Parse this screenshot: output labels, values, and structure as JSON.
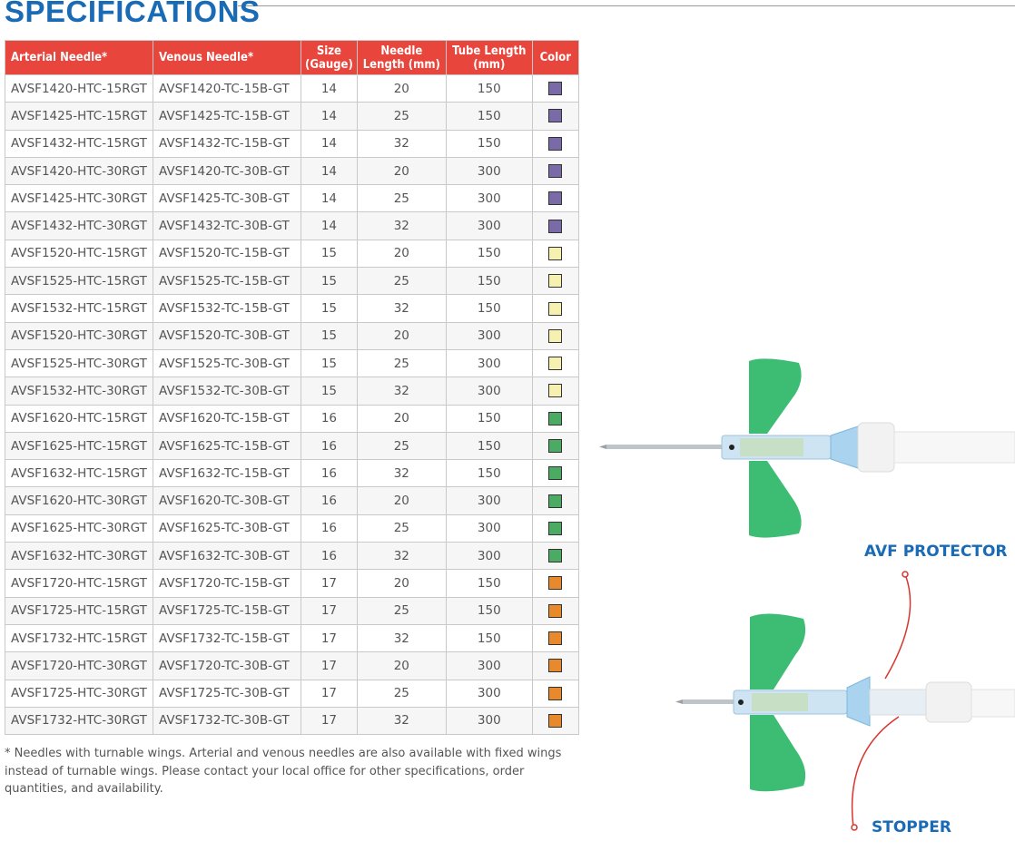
{
  "title": "SPECIFICATIONS",
  "table": {
    "headers": [
      "Arterial Needle*",
      "Venous Needle*",
      "Size (Gauge)",
      "Needle Length (mm)",
      "Tube Length (mm)",
      "Color"
    ],
    "rows": [
      [
        "AVSF1420-HTC-15RGT",
        "AVSF1420-TC-15B-GT",
        "14",
        "20",
        "150"
      ],
      [
        "AVSF1425-HTC-15RGT",
        "AVSF1425-TC-15B-GT",
        "14",
        "25",
        "150"
      ],
      [
        "AVSF1432-HTC-15RGT",
        "AVSF1432-TC-15B-GT",
        "14",
        "32",
        "150"
      ],
      [
        "AVSF1420-HTC-30RGT",
        "AVSF1420-TC-30B-GT",
        "14",
        "20",
        "300"
      ],
      [
        "AVSF1425-HTC-30RGT",
        "AVSF1425-TC-30B-GT",
        "14",
        "25",
        "300"
      ],
      [
        "AVSF1432-HTC-30RGT",
        "AVSF1432-TC-30B-GT",
        "14",
        "32",
        "300"
      ],
      [
        "AVSF1520-HTC-15RGT",
        "AVSF1520-TC-15B-GT",
        "15",
        "20",
        "150"
      ],
      [
        "AVSF1525-HTC-15RGT",
        "AVSF1525-TC-15B-GT",
        "15",
        "25",
        "150"
      ],
      [
        "AVSF1532-HTC-15RGT",
        "AVSF1532-TC-15B-GT",
        "15",
        "32",
        "150"
      ],
      [
        "AVSF1520-HTC-30RGT",
        "AVSF1520-TC-30B-GT",
        "15",
        "20",
        "300"
      ],
      [
        "AVSF1525-HTC-30RGT",
        "AVSF1525-TC-30B-GT",
        "15",
        "25",
        "300"
      ],
      [
        "AVSF1532-HTC-30RGT",
        "AVSF1532-TC-30B-GT",
        "15",
        "32",
        "300"
      ],
      [
        "AVSF1620-HTC-15RGT",
        "AVSF1620-TC-15B-GT",
        "16",
        "20",
        "150"
      ],
      [
        "AVSF1625-HTC-15RGT",
        "AVSF1625-TC-15B-GT",
        "16",
        "25",
        "150"
      ],
      [
        "AVSF1632-HTC-15RGT",
        "AVSF1632-TC-15B-GT",
        "16",
        "32",
        "150"
      ],
      [
        "AVSF1620-HTC-30RGT",
        "AVSF1620-TC-30B-GT",
        "16",
        "20",
        "300"
      ],
      [
        "AVSF1625-HTC-30RGT",
        "AVSF1625-TC-30B-GT",
        "16",
        "25",
        "300"
      ],
      [
        "AVSF1632-HTC-30RGT",
        "AVSF1632-TC-30B-GT",
        "16",
        "32",
        "300"
      ],
      [
        "AVSF1720-HTC-15RGT",
        "AVSF1720-TC-15B-GT",
        "17",
        "20",
        "150"
      ],
      [
        "AVSF1725-HTC-15RGT",
        "AVSF1725-TC-15B-GT",
        "17",
        "25",
        "150"
      ],
      [
        "AVSF1732-HTC-15RGT",
        "AVSF1732-TC-15B-GT",
        "17",
        "32",
        "150"
      ],
      [
        "AVSF1720-HTC-30RGT",
        "AVSF1720-TC-30B-GT",
        "17",
        "20",
        "300"
      ],
      [
        "AVSF1725-HTC-30RGT",
        "AVSF1725-TC-30B-GT",
        "17",
        "25",
        "300"
      ],
      [
        "AVSF1732-HTC-30RGT",
        "AVSF1732-TC-30B-GT",
        "17",
        "32",
        "300"
      ]
    ],
    "gauge_colors": {
      "14": "#7b6aa8",
      "15": "#f6f1b0",
      "16": "#4cab62",
      "17": "#e8892c"
    }
  },
  "footnote": "* Needles with turnable wings. Arterial and venous needles are also available with fixed wings instead of turnable wings. Please contact your local office for other specifications, order quantities, and availability.",
  "callouts": {
    "protector": "AVF PROTECTOR",
    "stopper": "STOPPER"
  },
  "colors": {
    "title": "#1a6bb5",
    "header_bg": "#e8453c",
    "callout_line": "#d8352e",
    "wing": "#3dbd74"
  }
}
